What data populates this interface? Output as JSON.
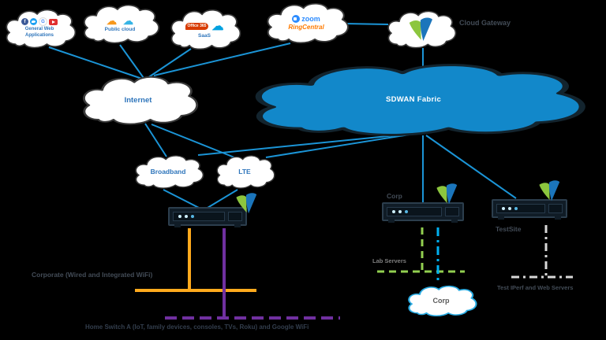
{
  "clouds": {
    "webapps": {
      "label": "General Web Applications"
    },
    "public_cloud": {
      "label": "Public cloud"
    },
    "saas": {
      "label": "SaaS"
    },
    "internet": {
      "label": "Internet"
    },
    "sdwan": {
      "label": "SDWAN Fabric"
    },
    "broadband": {
      "label": "Broadband"
    },
    "lte": {
      "label": "LTE"
    },
    "gateway": {
      "label": "Cloud Gateway"
    },
    "corp": {
      "label": "Corp"
    }
  },
  "icons": {
    "facebook": "f",
    "google": "G",
    "aws": "☁",
    "azure": "☁",
    "salesforce": "☁",
    "office365": "Office 365",
    "zoom": "zoom",
    "ringcentral": "RingCentral"
  },
  "routers": {
    "corp": {
      "label": "Corp"
    },
    "testsite": {
      "label": "TestSite"
    }
  },
  "annotations": {
    "corporate": "Corporate (Wired and Integrated WiFi)",
    "home_switch": "Home Switch A (IoT, family devices, consoles, TVs, Roku) and Google WiFi",
    "lab_servers": "Lab Servers",
    "test_servers": "Test IPerf and Web Servers"
  },
  "colors": {
    "link_blue": "#1b94d6",
    "sdwan_fill": "#1288ca",
    "orange_line": "#ffaa1d",
    "purple_line": "#7030a0",
    "green_line": "#92d050",
    "cyan_line": "#00b0f0",
    "gray_line": "#d8d8d8",
    "cloud_text_blue": "#2e75bb",
    "dark_label": "#434c57",
    "logo_green": "#8cc63e",
    "logo_blue": "#1b75bb"
  }
}
